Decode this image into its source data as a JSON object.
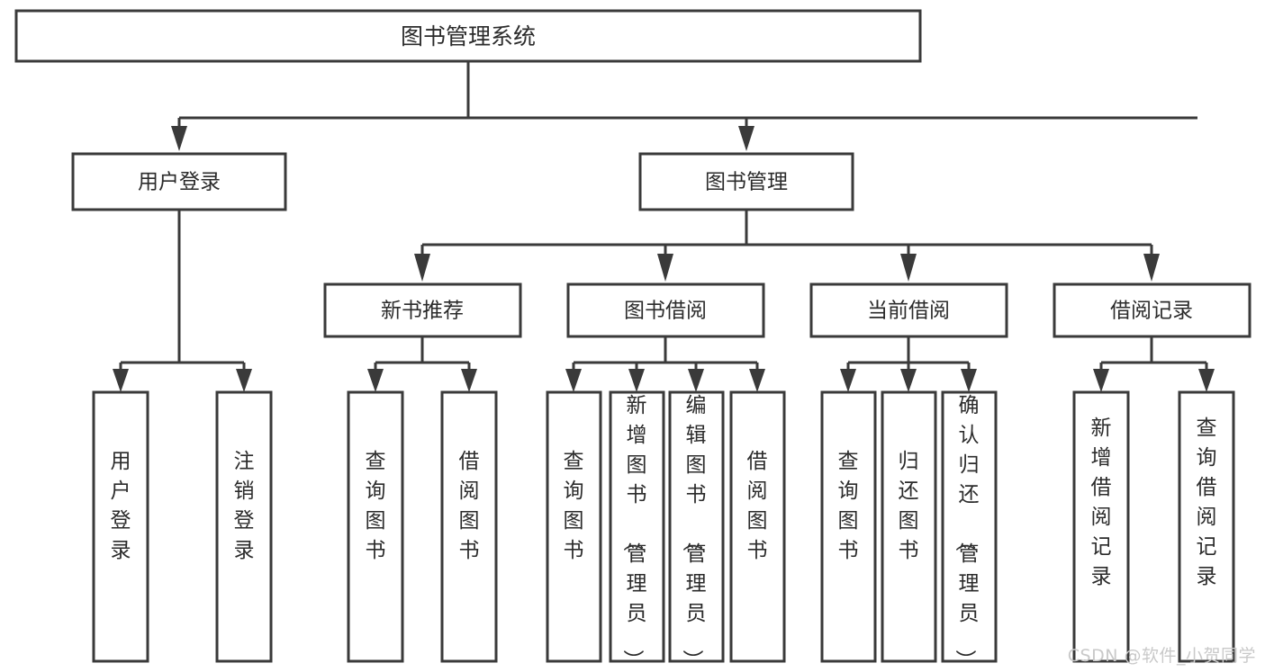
{
  "diagram": {
    "type": "tree",
    "title": "图书管理系统",
    "watermark": "CSDN @软件_小贺同学",
    "colors": {
      "stroke": "#3a3a3a",
      "fill": "#ffffff",
      "text": "#2b2b2b",
      "watermark": "#c9c9c9",
      "background": "#ffffff"
    },
    "root": {
      "label": "图书管理系统"
    },
    "level2": [
      {
        "label": "用户登录"
      },
      {
        "label": "图书管理"
      }
    ],
    "level3": [
      {
        "label": "新书推荐"
      },
      {
        "label": "图书借阅"
      },
      {
        "label": "当前借阅"
      },
      {
        "label": "借阅记录"
      }
    ],
    "leaves_user_login": [
      {
        "label": "用户登录"
      },
      {
        "label": "注销登录"
      }
    ],
    "leaves_new_book": [
      {
        "label": "查询图书"
      },
      {
        "label": "借阅图书"
      }
    ],
    "leaves_borrow": [
      {
        "label": "查询图书"
      },
      {
        "label": "新增图书（管理员）"
      },
      {
        "label": "编辑图书（管理员）"
      },
      {
        "label": "借阅图书"
      }
    ],
    "leaves_current": [
      {
        "label": "查询图书"
      },
      {
        "label": "归还图书"
      },
      {
        "label": "确认归还（管理员）"
      }
    ],
    "leaves_record": [
      {
        "label": "新增借阅记录"
      },
      {
        "label": "查询借阅记录"
      }
    ]
  }
}
